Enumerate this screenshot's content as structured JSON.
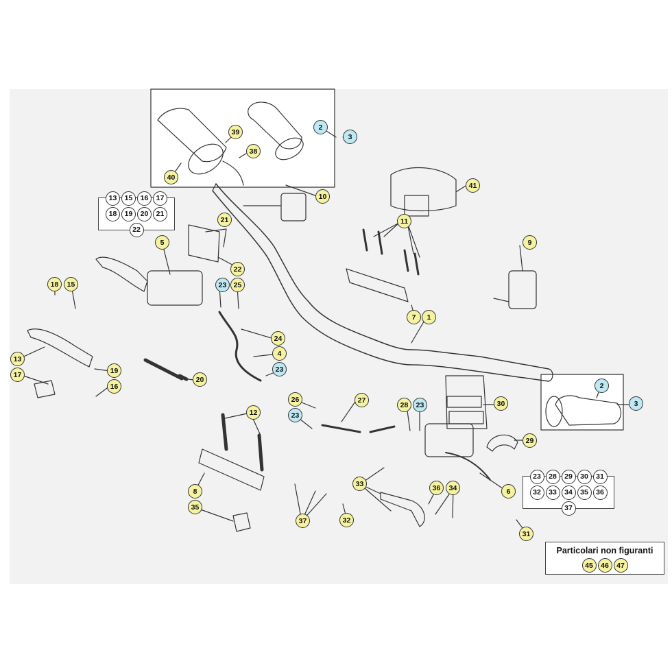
{
  "callouts": {
    "c1": "1",
    "c2a": "2",
    "c2b": "2",
    "c3a": "3",
    "c3b": "3",
    "c5": "5",
    "c6": "6",
    "c7": "7",
    "c8": "8",
    "c9": "9",
    "c10": "10",
    "c11": "11",
    "c12": "12",
    "c13": "13",
    "c15": "15",
    "c16": "16",
    "c17": "17",
    "c18": "18",
    "c19": "19",
    "c20": "20",
    "c21": "21",
    "c22": "22",
    "c23a": "23",
    "c23b": "23",
    "c23c": "23",
    "c23d": "23",
    "c24": "24",
    "c25": "25",
    "c26": "26",
    "c27": "27",
    "c28": "28",
    "c29": "29",
    "c30": "30",
    "c31": "31",
    "c32": "32",
    "c33": "33",
    "c34": "34",
    "c35": "35",
    "c36": "36",
    "c37": "37",
    "c38": "38",
    "c39": "39",
    "c40": "40",
    "c41": "41",
    "c4": "4"
  },
  "kit_left": [
    "13",
    "15",
    "16",
    "17",
    "18",
    "19",
    "20",
    "21",
    "22"
  ],
  "kit_right": [
    "23",
    "28",
    "29",
    "30",
    "31",
    "32",
    "33",
    "34",
    "35",
    "36",
    "37"
  ],
  "note": {
    "title": "Particolari non figuranti",
    "items": [
      "45",
      "46",
      "47"
    ]
  },
  "colors": {
    "panel": "#f2f2f2",
    "yellow": "#f5f2a0",
    "cyan": "#bfe9f2",
    "line": "#333333"
  }
}
